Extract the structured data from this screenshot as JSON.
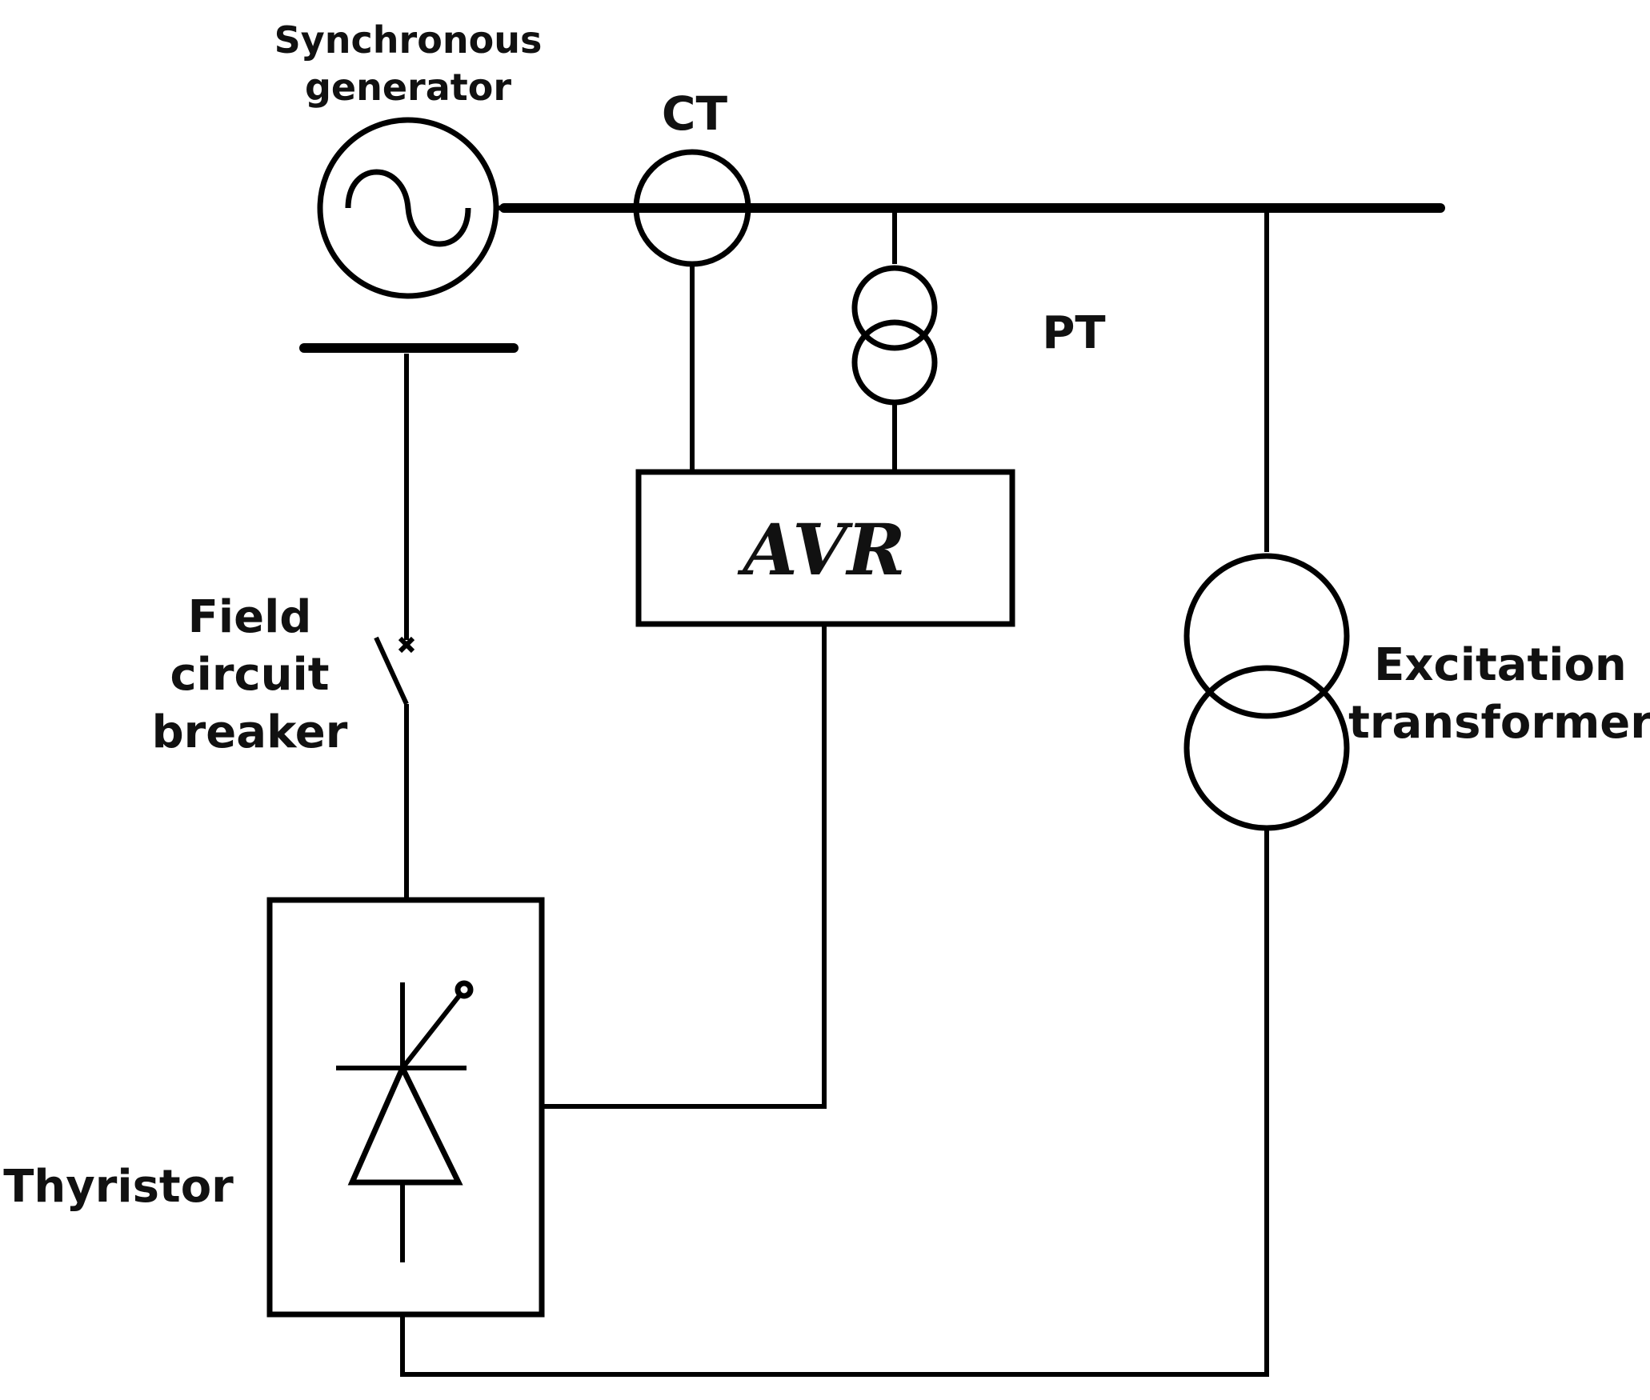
{
  "labels": {
    "generator_line1": "Synchronous",
    "generator_line2": "generator",
    "ct": "CT",
    "pt": "PT",
    "avr": "AVR",
    "breaker_line1": "Field",
    "breaker_line2": "circuit",
    "breaker_line3": "breaker",
    "excitation_line1": "Excitation",
    "excitation_line2": "transformer",
    "thyristor": "Thyristor"
  }
}
